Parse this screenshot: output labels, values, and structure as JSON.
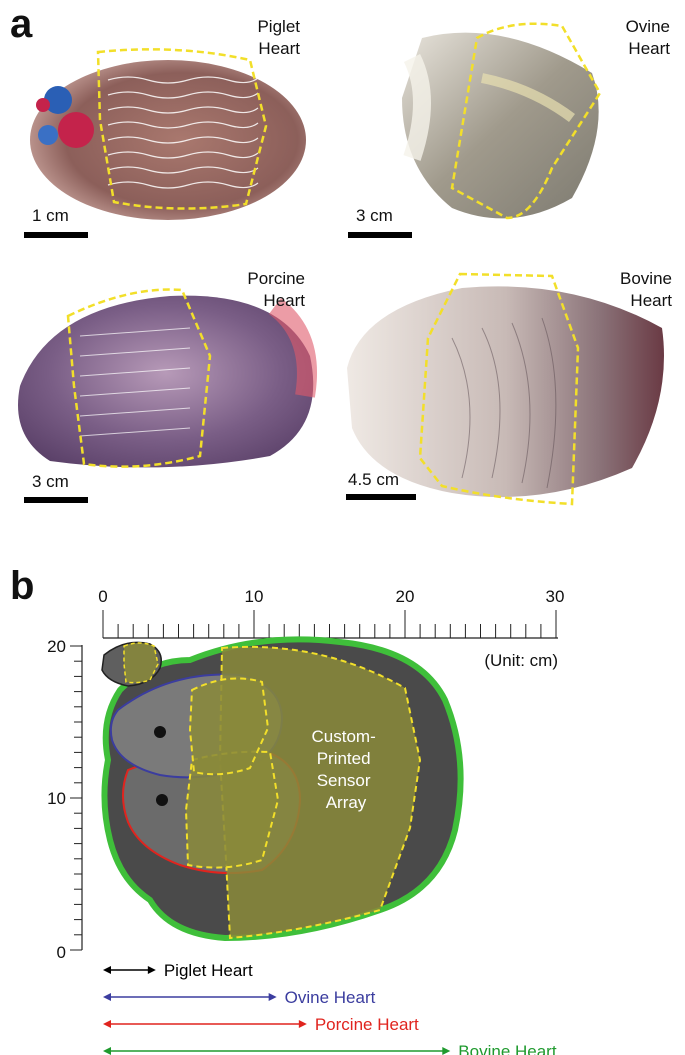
{
  "panel_a": {
    "letter": "a",
    "photos": [
      {
        "label_line1": "Piglet",
        "label_line2": "Heart",
        "scale": "1 cm"
      },
      {
        "label_line1": "Ovine",
        "label_line2": "Heart",
        "scale": "3 cm"
      },
      {
        "label_line1": "Porcine",
        "label_line2": "Heart",
        "scale": "3 cm"
      },
      {
        "label_line1": "Bovine",
        "label_line2": "Heart",
        "scale": "4.5 cm"
      }
    ]
  },
  "panel_b": {
    "letter": "b",
    "unit_label": "(Unit: cm)",
    "x_ticks": [
      "0",
      "10",
      "20",
      "30"
    ],
    "y_ticks": [
      "20",
      "10",
      "0"
    ],
    "center_label": [
      "Custom-",
      "Printed",
      "Sensor",
      "Array"
    ],
    "legend": [
      {
        "label": "Piglet Heart",
        "color": "#000000",
        "length_cm": 3.5
      },
      {
        "label": "Ovine Heart",
        "color": "#3b3d9f",
        "length_cm": 11.5
      },
      {
        "label": "Porcine Heart",
        "color": "#e0241e",
        "length_cm": 13.5
      },
      {
        "label": "Bovine Heart",
        "color": "#1f9a2e",
        "length_cm": 23
      }
    ]
  },
  "colors": {
    "outline_yellow": "#f2df2a",
    "sensor_fill": "#8a8a3a",
    "heart_gray": "#6b6b6b",
    "heart_dark": "#4a4a4a",
    "bovine_green": "#3fbf3a"
  }
}
